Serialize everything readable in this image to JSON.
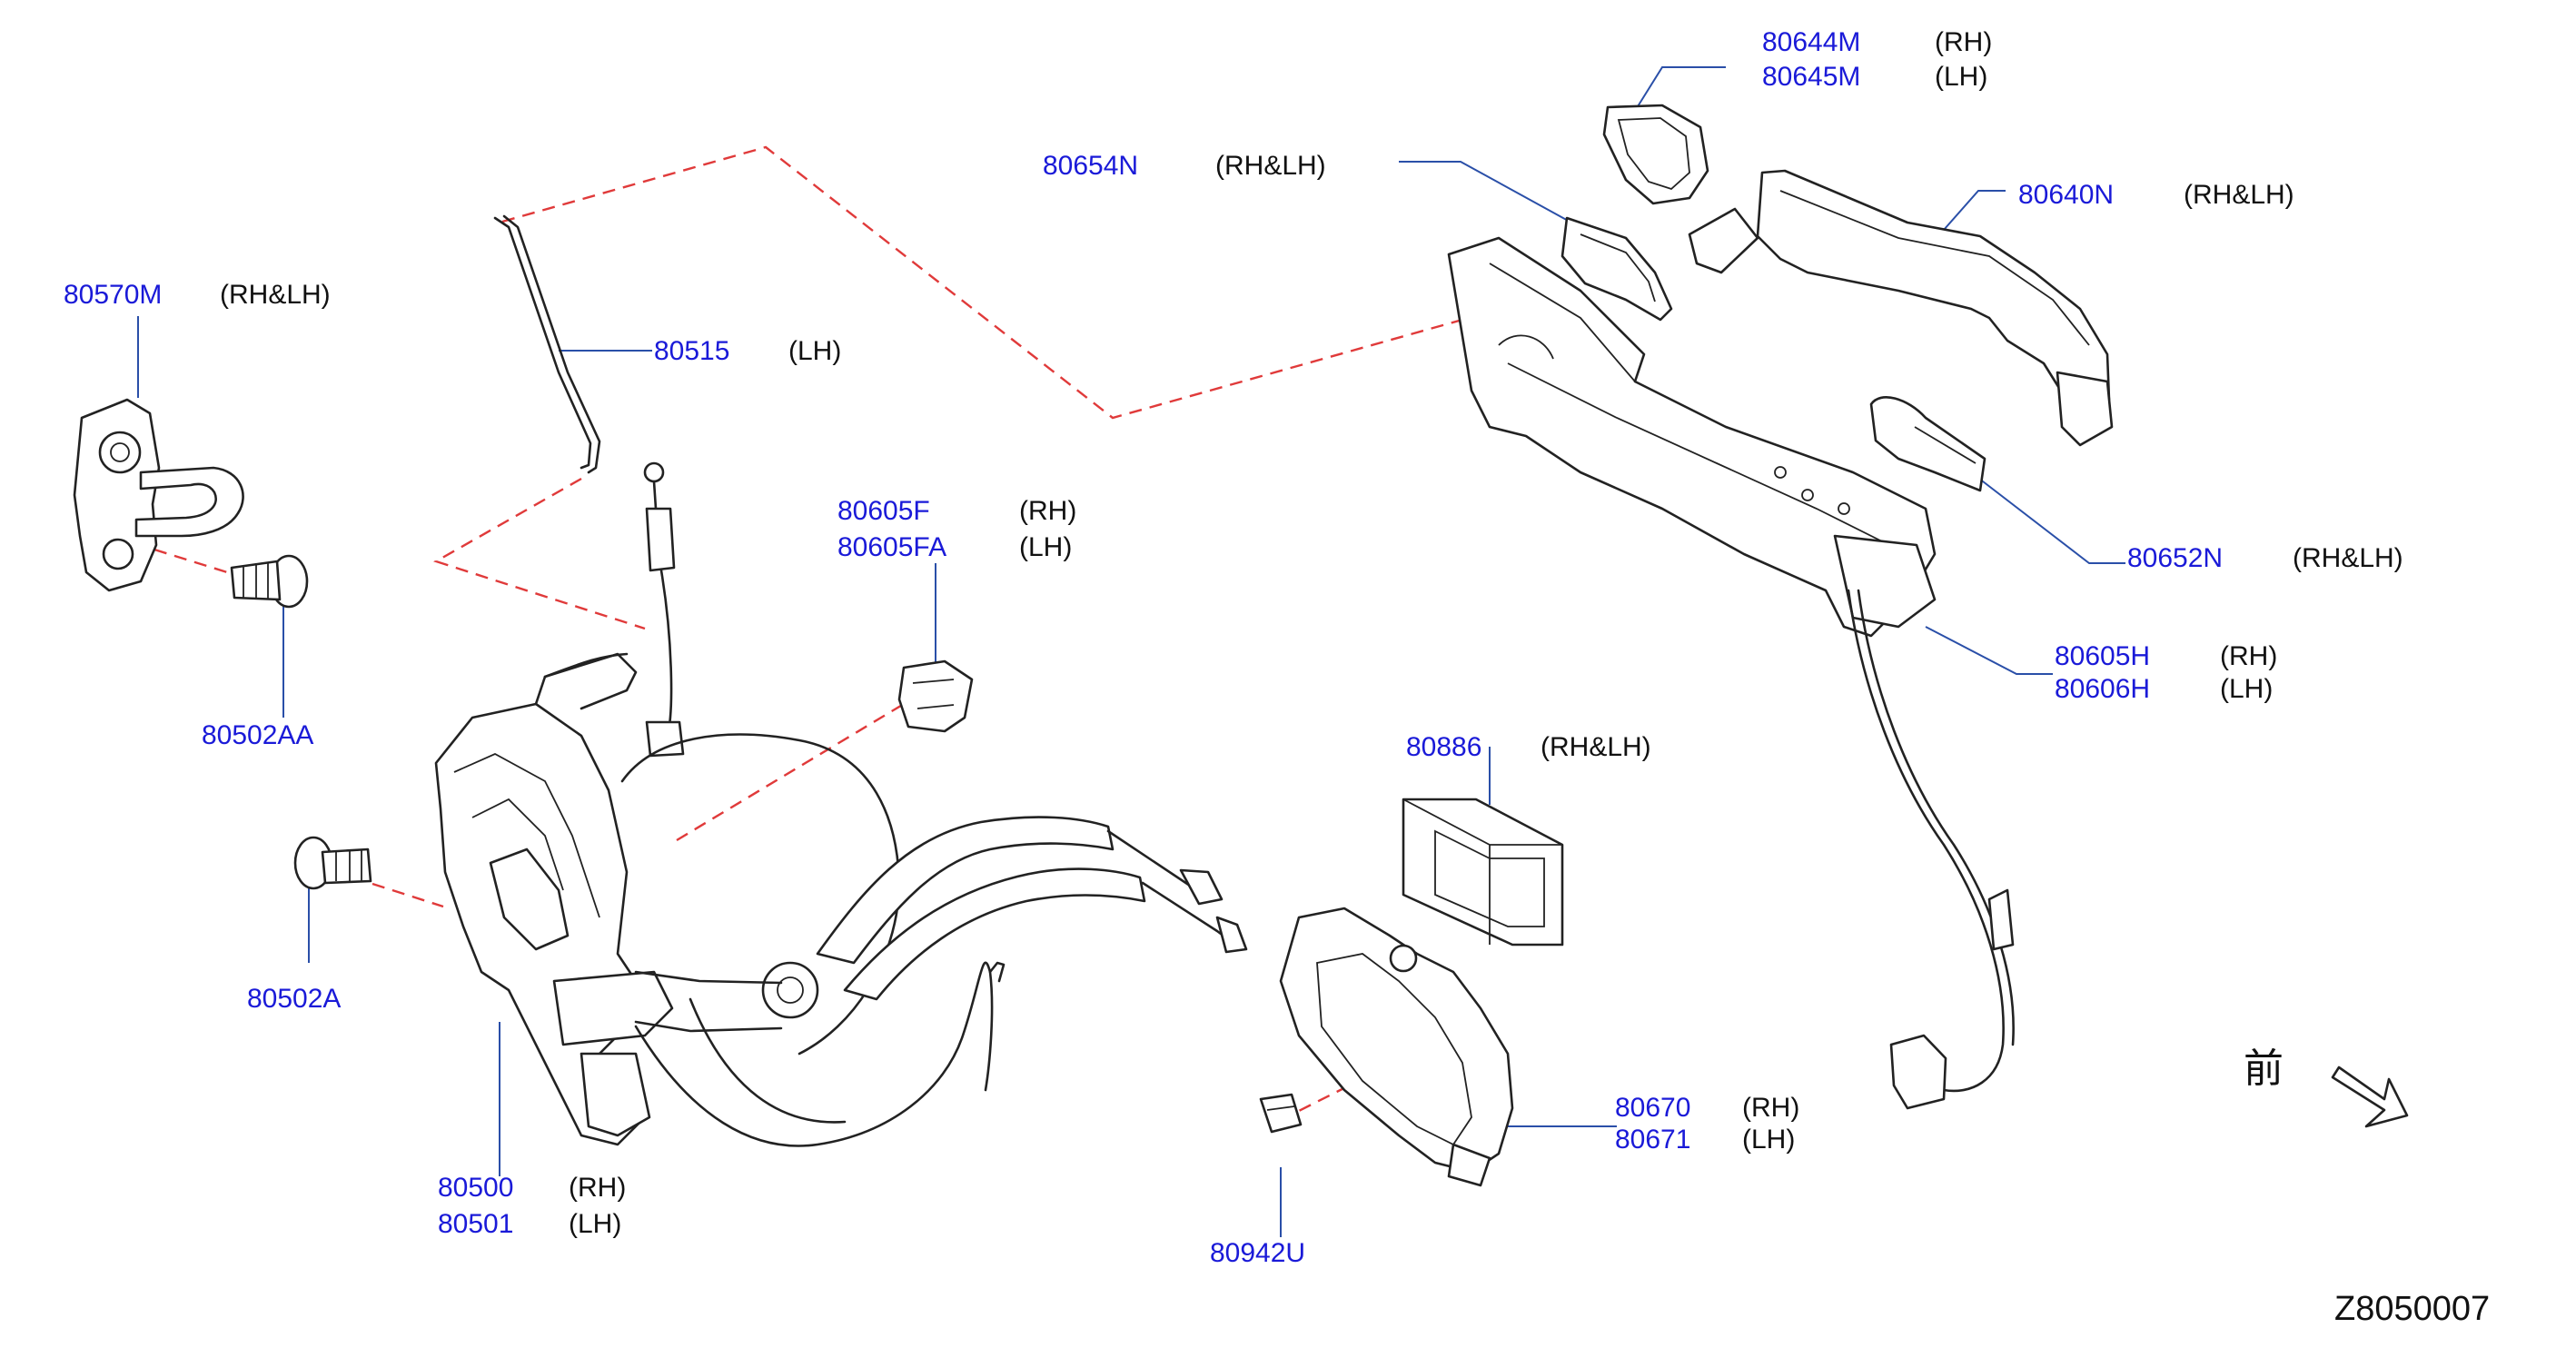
{
  "parts": [
    {
      "id": "p80644M",
      "number": "80644M",
      "side": "(RH)"
    },
    {
      "id": "p80645M",
      "number": "80645M",
      "side": "(LH)"
    },
    {
      "id": "p80654N",
      "number": "80654N",
      "side": "(RH&LH)"
    },
    {
      "id": "p80640N",
      "number": "80640N",
      "side": "(RH&LH)"
    },
    {
      "id": "p80570M",
      "number": "80570M",
      "side": "(RH&LH)"
    },
    {
      "id": "p80515",
      "number": "80515",
      "side": "(LH)"
    },
    {
      "id": "p80605F",
      "number": "80605F",
      "side": "(RH)"
    },
    {
      "id": "p80605FA",
      "number": "80605FA",
      "side": "(LH)"
    },
    {
      "id": "p80652N",
      "number": "80652N",
      "side": "(RH&LH)"
    },
    {
      "id": "p80605H",
      "number": "80605H",
      "side": "(RH)"
    },
    {
      "id": "p80606H",
      "number": "80606H",
      "side": "(LH)"
    },
    {
      "id": "p80502AA",
      "number": "80502AA",
      "side": ""
    },
    {
      "id": "p80886",
      "number": "80886",
      "side": "(RH&LH)"
    },
    {
      "id": "p80502A",
      "number": "80502A",
      "side": ""
    },
    {
      "id": "p80670",
      "number": "80670",
      "side": "(RH)"
    },
    {
      "id": "p80671",
      "number": "80671",
      "side": "(LH)"
    },
    {
      "id": "p80500",
      "number": "80500",
      "side": "(RH)"
    },
    {
      "id": "p80501",
      "number": "80501",
      "side": "(LH)"
    },
    {
      "id": "p80942U",
      "number": "80942U",
      "side": ""
    }
  ],
  "direction_glyph": "前",
  "diagram_code": "Z8050007",
  "colors": {
    "part_number": "#1a1ad8",
    "side_label": "#111111",
    "leader": "#2a4fa8",
    "dashed_link": "#e03a3a"
  }
}
